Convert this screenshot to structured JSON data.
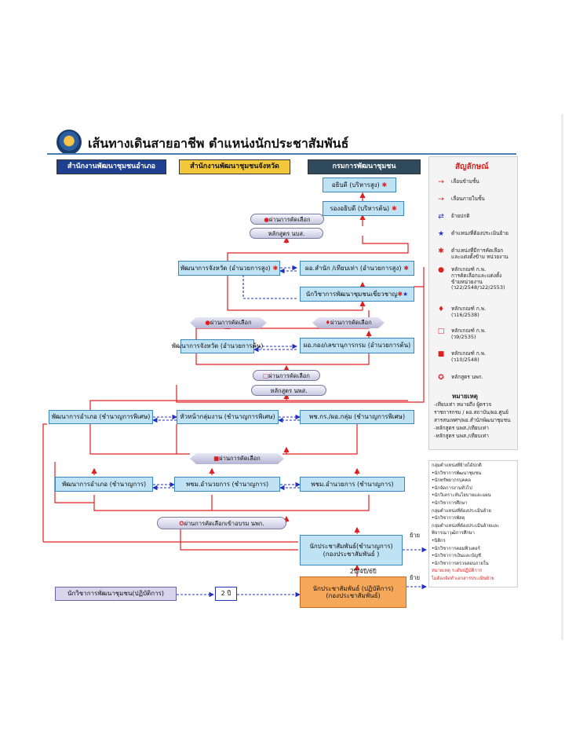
{
  "title": "เส้นทางเดินสายอาชีพ ตำแหน่งนักประชาสัมพันธ์",
  "columns": [
    {
      "label": "สำนักงานพัฒนาชุมชนอำเภอ",
      "bg": "#1f3f8f",
      "fg": "#ffffff"
    },
    {
      "label": "สำนักงานพัฒนาชุมชนจังหวัด",
      "bg": "#f2c83a",
      "fg": "#111111"
    },
    {
      "label": "กรมการพัฒนาชุมชน",
      "bg": "#2e4a5c",
      "fg": "#ffffff"
    }
  ],
  "boxes": {
    "director_general": "อธิบดี (บริหารสูง)",
    "deputy_dg": "รองอธิบดี (บริหารต้น)",
    "provincial_dev_senior": "พัฒนาการจังหวัด (อำนวยการสูง)",
    "office_director_senior": "ผอ.สำนัก /เทียบเท่า (อำนวยการสูง)",
    "expert_analyst": "นักวิชาการพัฒนาชุมชนเชี่ยวชาญ",
    "provincial_dev_basic": "พัฒนาการจังหวัด (อำนวยการต้น)",
    "division_director": "ผอ.กอง/เลขานุการกรม (อำนวยการต้น)",
    "district_dev_special": "พัฒนาการอำเภอ (ชำนาญการพิเศษ)",
    "group_head_special": "หัวหน้ากลุ่มงาน (ชำนาญการพิเศษ)",
    "ppk_special": "พช.กร./ผอ.กลุ่ม (ชำนาญการพิเศษ)",
    "district_dev_prof": "พัฒนาการอำเภอ (ชำนาญการ)",
    "pms_district_1": "พชม.อำนวยการ (ชำนาญการ)",
    "pms_district_2": "พชม.อำนวยการ (ชำนาญการ)",
    "pr_officer_prof": "นักประชาสัมพันธ์(ชำนาญการ)",
    "pr_division_1": "(กองประชาสัมพันธ์ )",
    "pr_officer_practitioner": "นักประชาสัมพันธ์ (ปฏิบัติการ)",
    "pr_division_2": "(กองประชาสัมพันธ์)",
    "community_dev_practitioner": "นักวิชาการพัฒนาชุมชน(ปฏิบัติการ)",
    "two_years": "2 ปี"
  },
  "selection_labels": {
    "sel_1": "ผ่านการคัดเลือก",
    "course_1": "หลักสูตร นบส.",
    "sel_2": "ผ่านการคัดเลือก",
    "sel_3": "ผ่านการคัดเลือก",
    "sel_4": "ผ่านการคัดเลือก",
    "course_2": "หลักสูตร นพส.",
    "sel_5": "ผ่านการคัดเลือก",
    "sel_6": "ผ่านการคัดเลือกเข้าอบรม นพก."
  },
  "flow_labels": {
    "years": "2ปี/4ปี/6ปี",
    "move_1": "ย้าย",
    "move_2": "ย้าย"
  },
  "legend": {
    "title": "สัญลักษณ์",
    "items": [
      {
        "symbol": "→",
        "text": "เลื่อนข้ามชั้น"
      },
      {
        "symbol": "→",
        "text": "เลื่อนภายในชั้น"
      },
      {
        "symbol": "⇄",
        "text": "ย้ายปกติ"
      },
      {
        "symbol": "★",
        "text": "ตำแหน่งที่ต้องประเมินย้าย"
      },
      {
        "symbol": "✱",
        "text": "ตำแหน่งที่มีการคัดเลือก\nและแต่งตั้งข้าม หน่วยงาน"
      },
      {
        "symbol": "●",
        "text": "หลักเกณฑ์ ก.พ.\nการคัดเลือกและแต่งตั้ง\nข้ามหน่วยงาน\n(ว22/2548/ว22/2553)"
      },
      {
        "symbol": "♦",
        "text": "หลักเกณฑ์ ก.พ.\n(ว16/2538)"
      },
      {
        "symbol": "□",
        "text": "หลักเกณฑ์ ก.พ.\n(ว9/2535)"
      },
      {
        "symbol": "■",
        "text": "หลักเกณฑ์ ก.พ.\n(ว10/2548)"
      },
      {
        "symbol": "✪",
        "text": "หลักสูตร นพก."
      }
    ]
  },
  "notes": {
    "title": "หมายเหตุ",
    "lines": [
      "-เทียบเท่า หมายถึง ผู้ตรวจ",
      "ราชการกรม / ผอ.สถาบัน/ผอ.ศูนย์",
      "สารสนเทศฯ/ผอ.สำนักพัฒนาชุมชน",
      "-หลักสูตร นพส./เทียบเท่า",
      "-หลักสูตร นพส./เทียบเท่า"
    ]
  },
  "side_panel": {
    "lines": [
      {
        "text": "กลุ่มตำแหน่งที่ย้ายได้ปกติ",
        "red": false
      },
      {
        "text": "•นักวิชาการพัฒนาชุมชน",
        "red": false
      },
      {
        "text": "•นักทรัพยากรบุคคล",
        "red": false
      },
      {
        "text": "•นักจัดการงานทั่วไป",
        "red": false
      },
      {
        "text": "•นักวิเคราะห์นโยบายและแผน",
        "red": false
      },
      {
        "text": "•นักวิชาการศึกษา",
        "red": false
      },
      {
        "text": "กลุ่มตำแหน่งที่ต้องประเมินย้าย",
        "red": false
      },
      {
        "text": "•นักวิชาการพัสดุ",
        "red": false
      },
      {
        "text": "กลุ่มตำแหน่งที่ต้องประเมินย้ายและ",
        "red": false
      },
      {
        "text": "พิจารณาวุฒิการศึกษา",
        "red": false
      },
      {
        "text": "•นิติกร",
        "red": false
      },
      {
        "text": "•นักวิชาการคอมพิวเตอร์",
        "red": false
      },
      {
        "text": "•นักวิชาการเงินและบัญชี",
        "red": false
      },
      {
        "text": "•นักวิชาการตรวจสอบภายใน",
        "red": false
      },
      {
        "text": "หมายเหตุ ระดับปฏิบัติการ",
        "red": true
      },
      {
        "text": "ไม่ต้องจัดทำเอกสารประเมินย้าย",
        "red": true
      }
    ]
  },
  "colors": {
    "box_fill": "#bfe3f5",
    "box_border": "#3a88c0",
    "promote_red": "#e02020",
    "move_blue": "#2030c0",
    "practitioner_orange": "#f5a85a"
  }
}
